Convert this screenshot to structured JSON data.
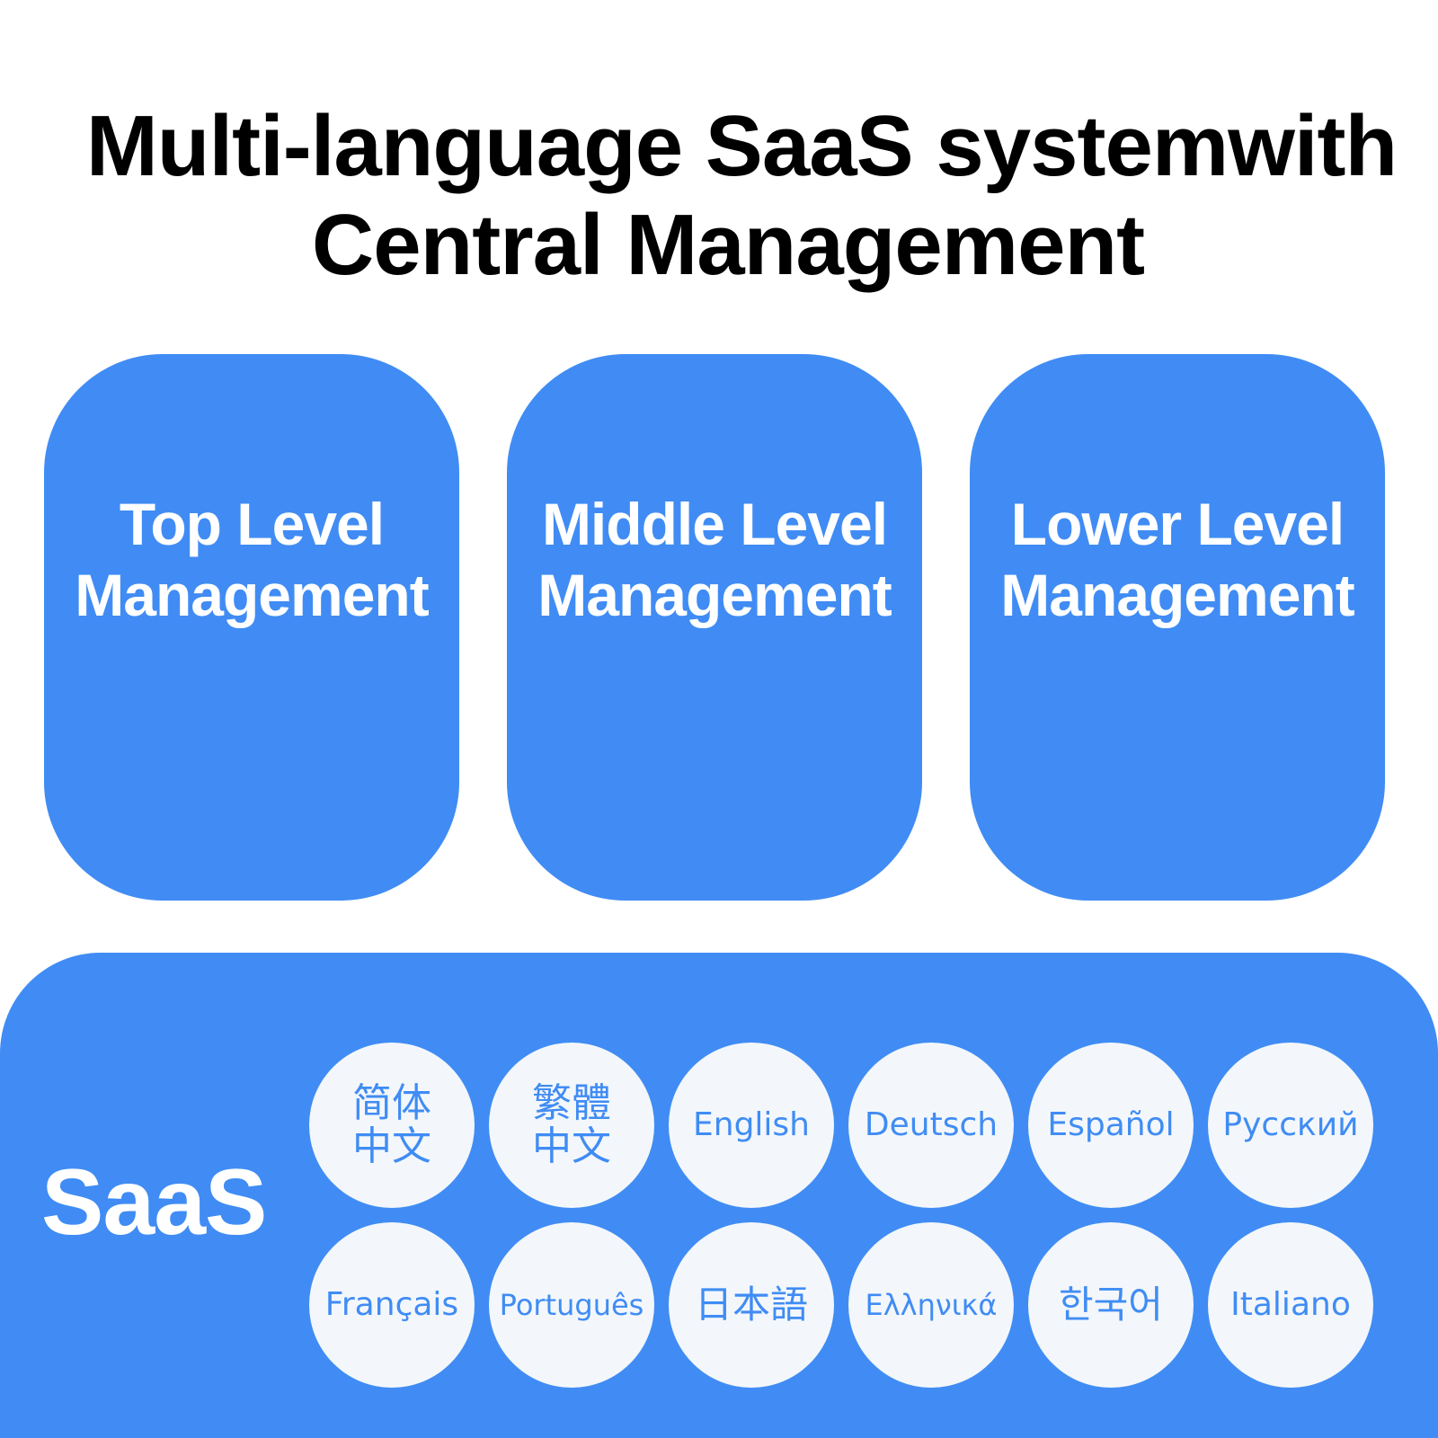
{
  "title": {
    "line1": "Multi-language SaaS systemwith",
    "line2": "Central Management"
  },
  "management_levels": [
    {
      "line1": "Top Level",
      "line2": "Management"
    },
    {
      "line1": "Middle Level",
      "line2": "Management"
    },
    {
      "line1": "Lower Level",
      "line2": "Management"
    }
  ],
  "saas": {
    "label": "SaaS",
    "languages": [
      {
        "line1": "简体",
        "line2": "中文"
      },
      {
        "line1": "繁體",
        "line2": "中文"
      },
      {
        "line1": "English"
      },
      {
        "line1": "Deutsch"
      },
      {
        "line1": "Español"
      },
      {
        "line1": "Русский"
      },
      {
        "line1": "Français"
      },
      {
        "line1": "Português"
      },
      {
        "line1": "日本語"
      },
      {
        "line1": "Ελληνικά"
      },
      {
        "line1": "한국어"
      },
      {
        "line1": "Italiano"
      }
    ]
  },
  "colors": {
    "accent_blue": "#408cf4",
    "circle_fill": "#f3f7fb",
    "background": "#ffffff",
    "title_text": "#000000"
  }
}
